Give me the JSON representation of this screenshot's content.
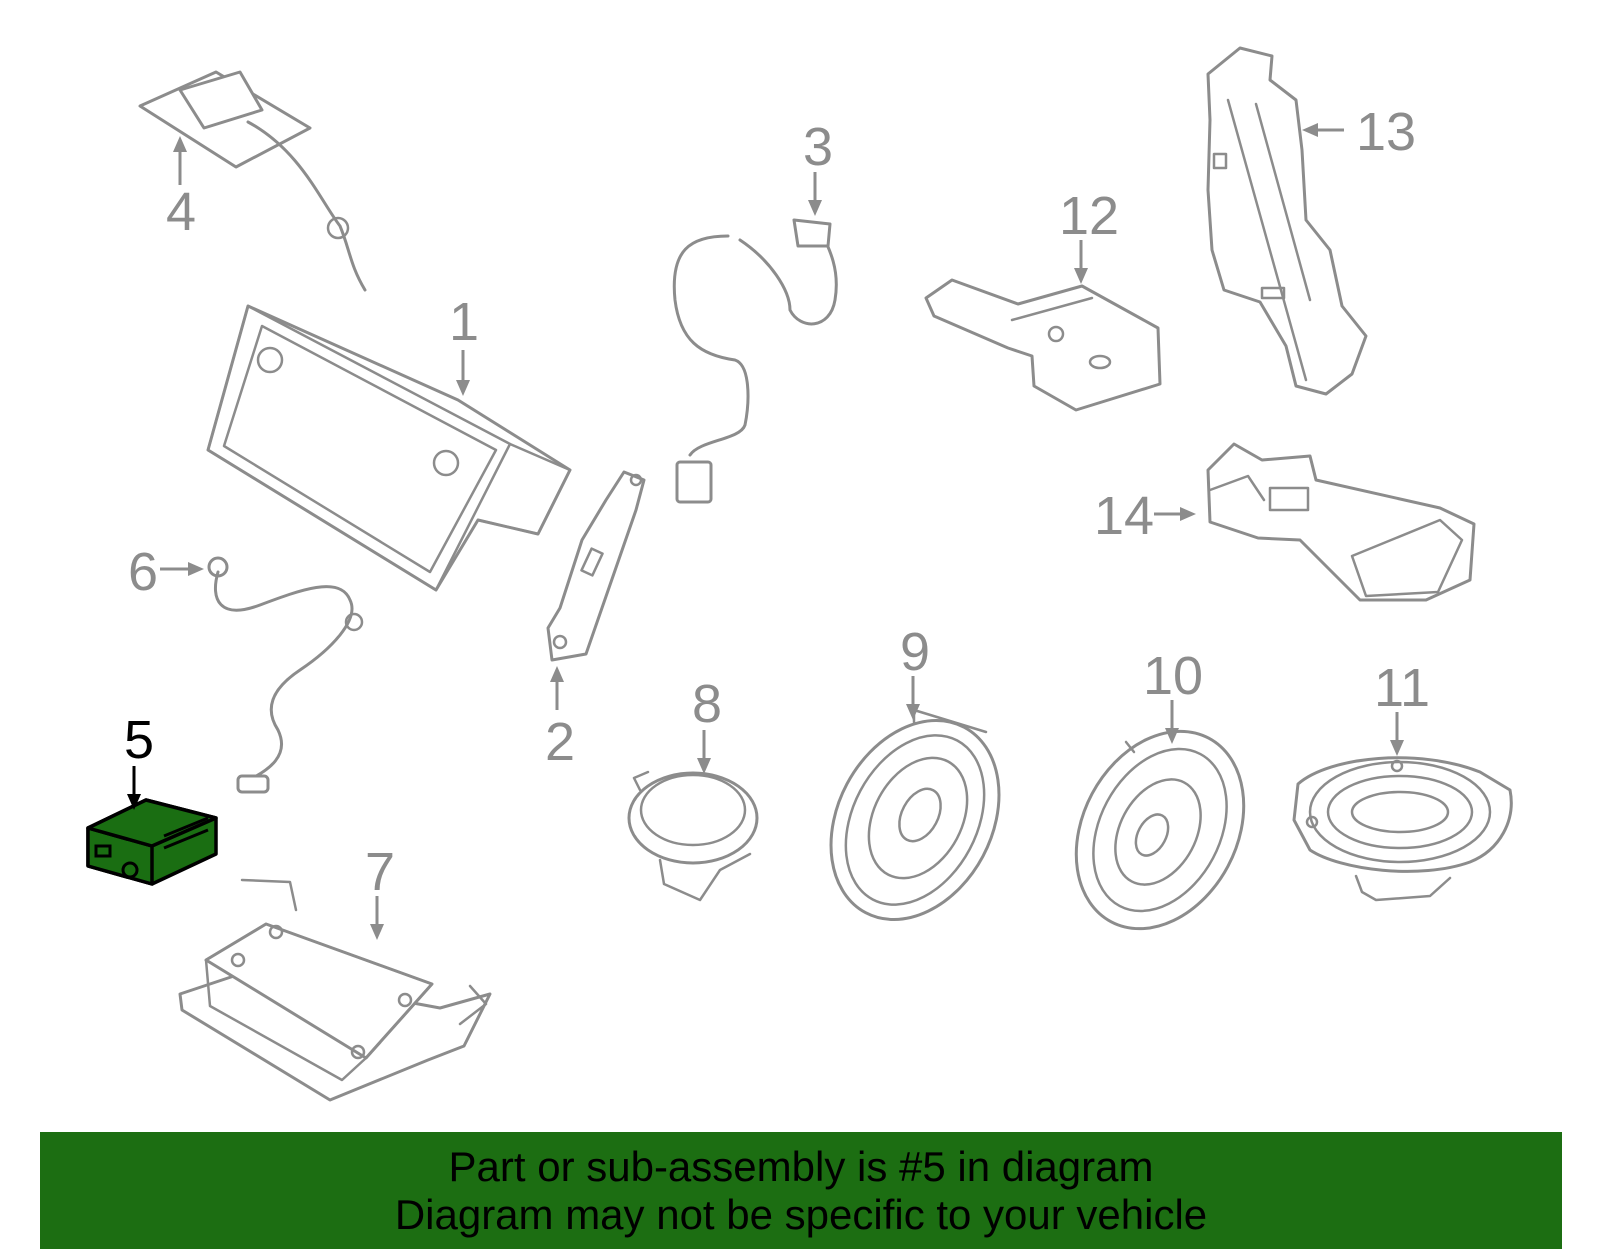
{
  "callouts": {
    "c1": "1",
    "c2": "2",
    "c3": "3",
    "c4": "4",
    "c5": "5",
    "c6": "6",
    "c7": "7",
    "c8": "8",
    "c9": "9",
    "c10": "10",
    "c11": "11",
    "c12": "12",
    "c13": "13",
    "c14": "14"
  },
  "highlighted_part": "5",
  "colors": {
    "highlight": "#1a6e12",
    "banner": "#1c6e12",
    "line": "#8c8c8c"
  },
  "banner": {
    "line1": "Part or sub-assembly is #5 in diagram",
    "line2": "Diagram may not be specific to your vehicle"
  }
}
